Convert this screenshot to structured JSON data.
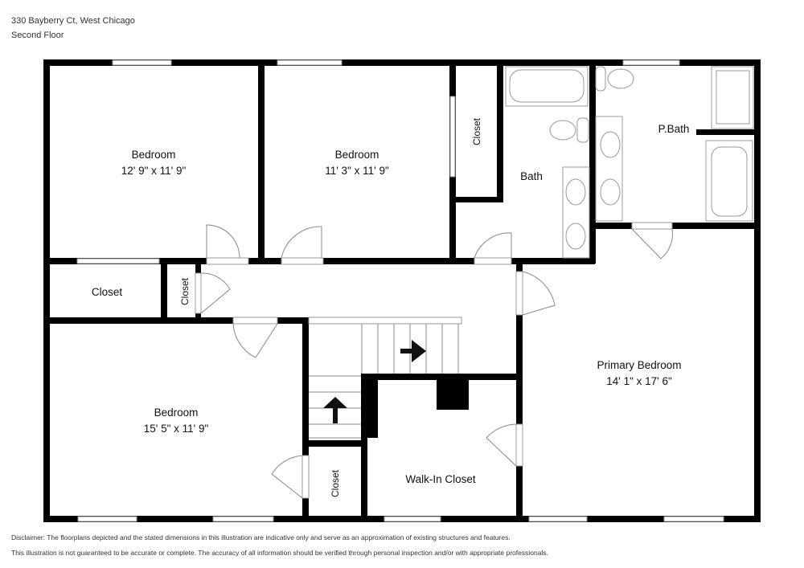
{
  "header": {
    "address": "330 Bayberry Ct, West Chicago",
    "floor": "Second Floor"
  },
  "rooms": {
    "bedroom_1": {
      "name": "Bedroom",
      "size": "12' 9\" x 11' 9\""
    },
    "bedroom_2": {
      "name": "Bedroom",
      "size": "11' 3\" x 11' 9\""
    },
    "bedroom_3": {
      "name": "Bedroom",
      "size": "15' 5\" x 11' 9\""
    },
    "primary_bedroom": {
      "name": "Primary Bedroom",
      "size": "14' 1\" x 17' 6\""
    },
    "closet_top": {
      "name": "Closet"
    },
    "closet_left": {
      "name": "Closet"
    },
    "closet_hall": {
      "name": "Closet"
    },
    "closet_stair": {
      "name": "Closet"
    },
    "bath": {
      "name": "Bath"
    },
    "pbath": {
      "name": "P.Bath"
    },
    "walkin": {
      "name": "Walk-In Closet"
    }
  },
  "disclaimer": {
    "line1": "Disclaimer: The floorplans depicted and the stated dimensions in this illustration are indicative only and serve as an approximation of existing structures and features.",
    "line2": "This illustration is not guaranteed to be accurate or complete. The accuracy of all information should be verified through personal inspection and/or with appropriate professionals."
  }
}
